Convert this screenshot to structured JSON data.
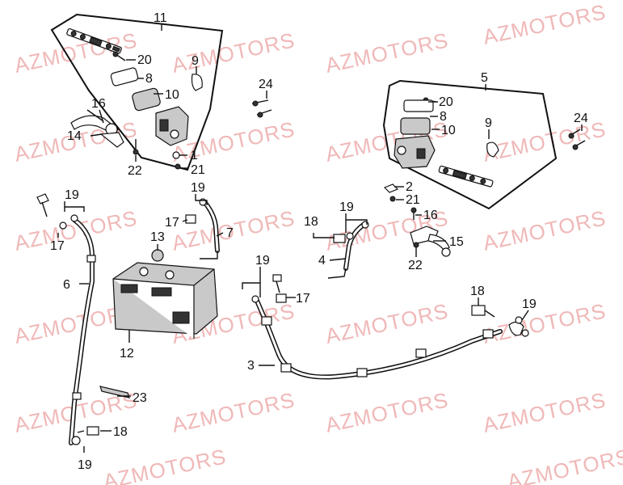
{
  "watermark": {
    "text": "AZMOTORS",
    "color": "#f0b8b8"
  },
  "callouts": [
    {
      "id": "c11",
      "text": "11"
    },
    {
      "id": "c20a",
      "text": "20"
    },
    {
      "id": "c9a",
      "text": "9"
    },
    {
      "id": "c8a",
      "text": "8"
    },
    {
      "id": "c10a",
      "text": "10"
    },
    {
      "id": "c16a",
      "text": "16"
    },
    {
      "id": "c14",
      "text": "14"
    },
    {
      "id": "c22a",
      "text": "22"
    },
    {
      "id": "c1",
      "text": "1"
    },
    {
      "id": "c21a",
      "text": "21"
    },
    {
      "id": "c24a",
      "text": "24"
    },
    {
      "id": "c5",
      "text": "5"
    },
    {
      "id": "c20b",
      "text": "20"
    },
    {
      "id": "c8b",
      "text": "8"
    },
    {
      "id": "c10b",
      "text": "10"
    },
    {
      "id": "c9b",
      "text": "9"
    },
    {
      "id": "c24b",
      "text": "24"
    },
    {
      "id": "c2",
      "text": "2"
    },
    {
      "id": "c21b",
      "text": "21"
    },
    {
      "id": "c16b",
      "text": "16"
    },
    {
      "id": "c15",
      "text": "15"
    },
    {
      "id": "c22b",
      "text": "22"
    },
    {
      "id": "c19a",
      "text": "19"
    },
    {
      "id": "c17a",
      "text": "17"
    },
    {
      "id": "c6",
      "text": "6"
    },
    {
      "id": "c19b",
      "text": "19"
    },
    {
      "id": "c17b",
      "text": "17"
    },
    {
      "id": "c13",
      "text": "13"
    },
    {
      "id": "c7",
      "text": "7"
    },
    {
      "id": "c12",
      "text": "12"
    },
    {
      "id": "c23",
      "text": "23"
    },
    {
      "id": "c18a",
      "text": "18"
    },
    {
      "id": "c19c",
      "text": "19"
    },
    {
      "id": "c19d",
      "text": "19"
    },
    {
      "id": "c17c",
      "text": "17"
    },
    {
      "id": "c3",
      "text": "3"
    },
    {
      "id": "c18b",
      "text": "18"
    },
    {
      "id": "c19e",
      "text": "19"
    },
    {
      "id": "c4",
      "text": "4"
    },
    {
      "id": "c18c",
      "text": "18"
    },
    {
      "id": "c19f",
      "text": "19"
    }
  ]
}
